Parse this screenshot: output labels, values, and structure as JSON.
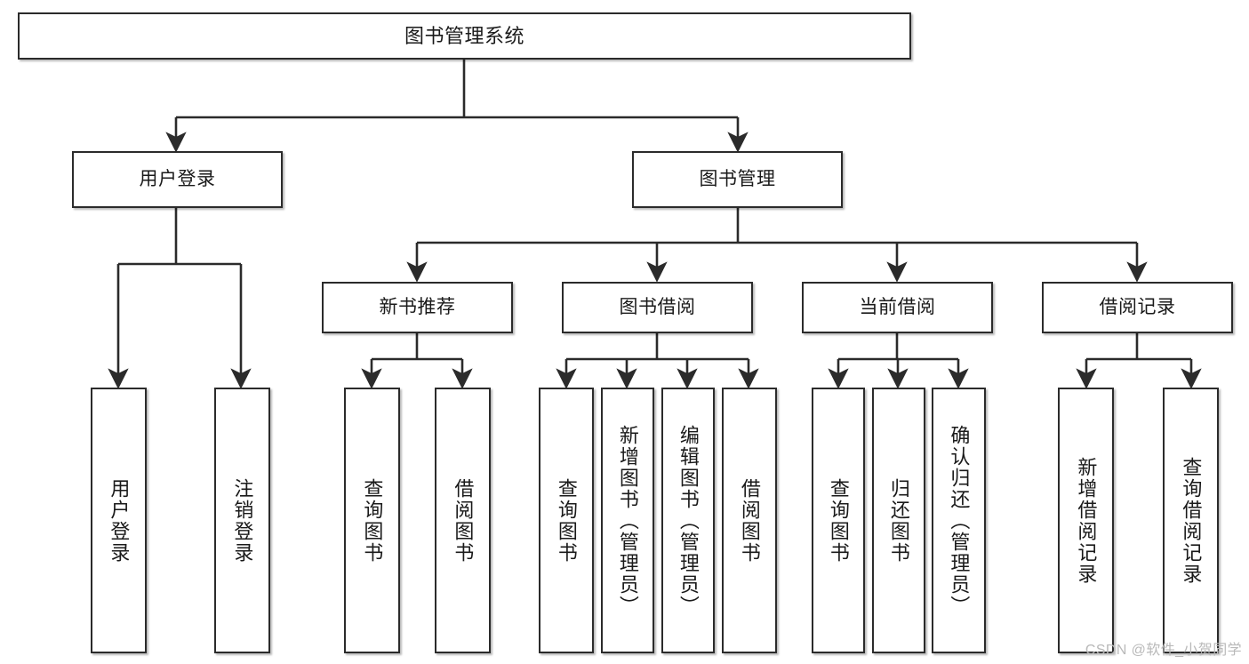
{
  "diagram": {
    "title": "图书管理系统",
    "type": "tree-hierarchy",
    "watermark": "CSDN @软件_小贺同学",
    "colors": {
      "node_border": "#2b2b2b",
      "node_fill": "#ffffff",
      "edge": "#2b2b2b",
      "text": "#1a1a1a",
      "watermark": "#b9b9b9",
      "background": "#ffffff"
    },
    "nodes": {
      "root": {
        "label": "图书管理系统"
      },
      "level2": [
        {
          "label": "用户登录"
        },
        {
          "label": "图书管理"
        }
      ],
      "level3": [
        {
          "label": "新书推荐"
        },
        {
          "label": "图书借阅"
        },
        {
          "label": "当前借阅"
        },
        {
          "label": "借阅记录"
        }
      ],
      "leaves": {
        "user_login": [
          {
            "label": "用户登录"
          },
          {
            "label": "注销登录"
          }
        ],
        "new_book_recommend": [
          {
            "label": "查询图书"
          },
          {
            "label": "借阅图书"
          }
        ],
        "book_borrow": [
          {
            "label": "查询图书"
          },
          {
            "label": "新增图书（管理员）"
          },
          {
            "label": "编辑图书（管理员）"
          },
          {
            "label": "借阅图书"
          }
        ],
        "current_borrow": [
          {
            "label": "查询图书"
          },
          {
            "label": "归还图书"
          },
          {
            "label": "确认归还（管理员）"
          }
        ],
        "borrow_record": [
          {
            "label": "新增借阅记录"
          },
          {
            "label": "查询借阅记录"
          }
        ]
      }
    }
  }
}
